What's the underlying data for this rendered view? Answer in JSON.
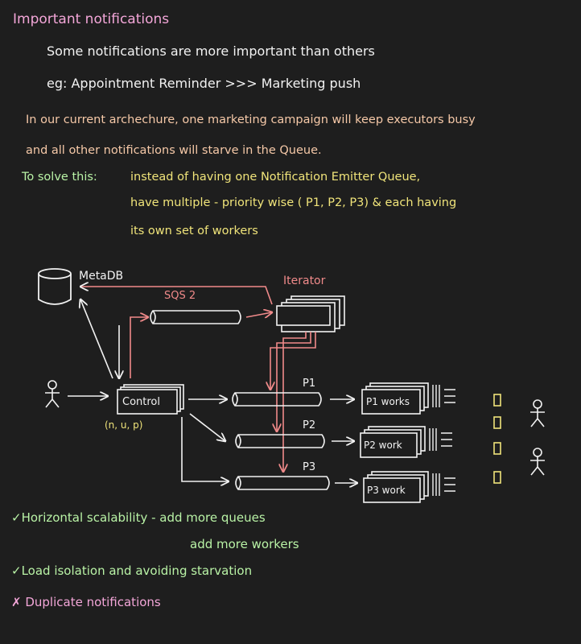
{
  "notes": {
    "title": "Important notifications",
    "line1": "Some notifications are more important than others",
    "line2": "eg: Appointment Reminder >>> Marketing push",
    "line3": "In our current archechure, one marketing campaign will keep executors busy",
    "line4": "and all other notifications will starve in the Queue.",
    "line5_label": "To solve this:",
    "line5_text": "instead of having one Notification Emitter Queue,",
    "line6": "have multiple - priority wise ( P1, P2, P3) & each having",
    "line7": "its own set of workers"
  },
  "diagram": {
    "metadb_label": "MetaDB",
    "sqs_label": "SQS 2",
    "iterator_label": "Iterator",
    "control_label": "Control",
    "control_sub": "(n, u, p)",
    "queues": [
      {
        "priority": "P1",
        "worker_label": "P1 works"
      },
      {
        "priority": "P2",
        "worker_label": "P2 work"
      },
      {
        "priority": "P3",
        "worker_label": "P3 work"
      }
    ]
  },
  "bottom": {
    "check1": "✓Horizontal scalability - add more queues",
    "check1_sub": "add more workers",
    "check2": "✓Load isolation and avoiding starvation",
    "cross1": "✗ Duplicate notifications"
  },
  "colors": {
    "pink": "#f3a6d8",
    "orange": "#f6c9a8",
    "green": "#b9f3a6",
    "yellow": "#f0e47a",
    "red_arrow": "#f08a8a",
    "white": "#f2f2f2",
    "background": "#1e1e1e"
  }
}
